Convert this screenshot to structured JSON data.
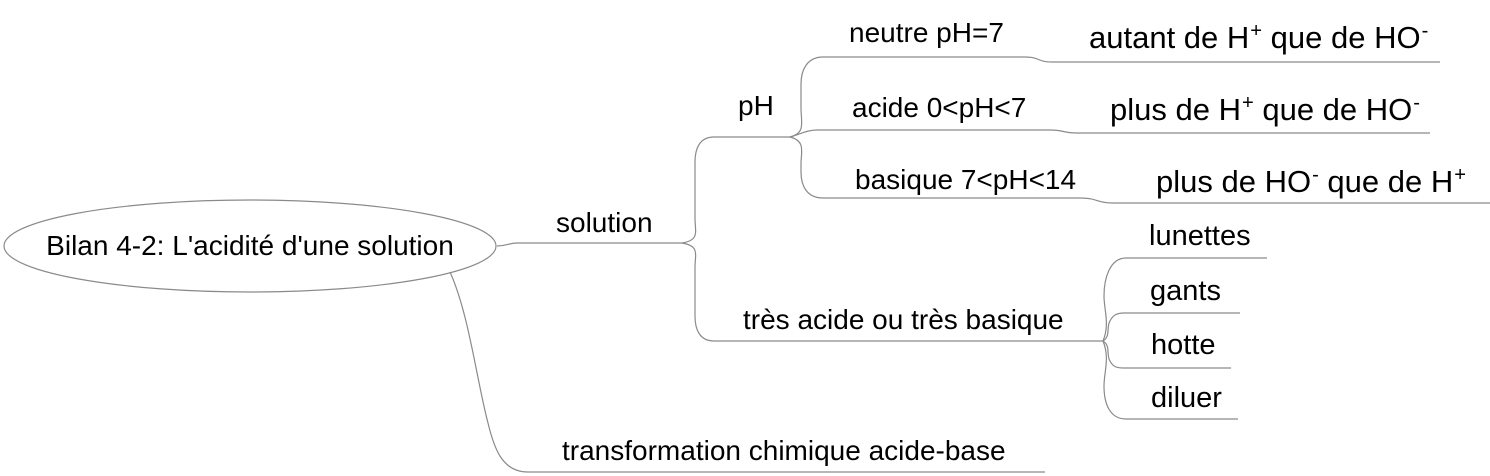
{
  "colors": {
    "line": "#8a8a8a",
    "text": "#000000",
    "background": "#ffffff"
  },
  "map": {
    "root": {
      "label": "Bilan 4-2: L'acidité d'une solution"
    },
    "branches": [
      {
        "label": "solution",
        "children": [
          {
            "label": "pH",
            "children": [
              {
                "label": "neutre pH=7",
                "detail": {
                  "parts": [
                    "autant de H",
                    "+",
                    " que de HO",
                    "-"
                  ]
                }
              },
              {
                "label": "acide 0<pH<7",
                "detail": {
                  "parts": [
                    "plus de H",
                    "+",
                    " que de HO",
                    "-"
                  ]
                }
              },
              {
                "label": "basique 7<pH<14",
                "detail": {
                  "parts": [
                    "plus de HO",
                    "-",
                    " que de H",
                    "+"
                  ]
                }
              }
            ]
          },
          {
            "label": "très acide ou très basique",
            "children": [
              {
                "label": "lunettes"
              },
              {
                "label": "gants"
              },
              {
                "label": "hotte"
              },
              {
                "label": "diluer"
              }
            ]
          }
        ]
      },
      {
        "label": "transformation chimique acide-base"
      }
    ]
  }
}
